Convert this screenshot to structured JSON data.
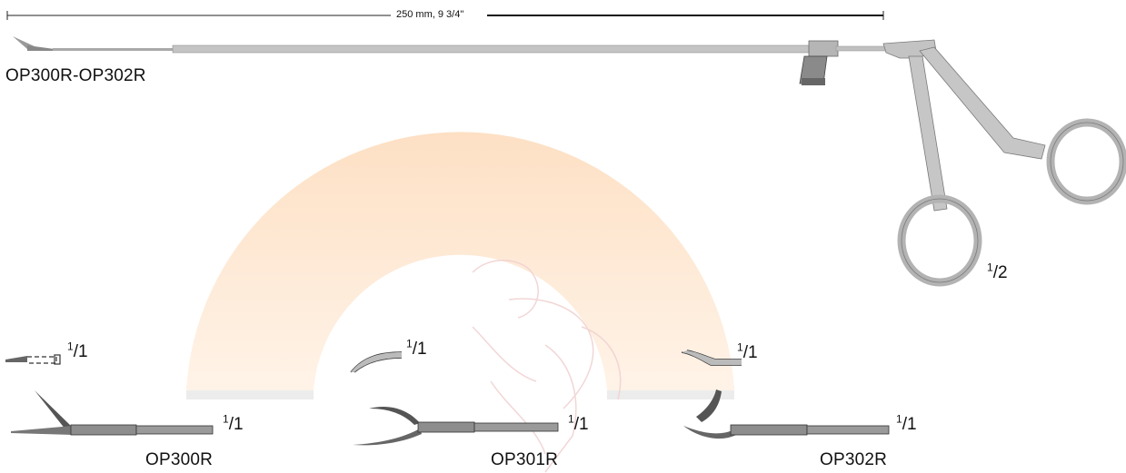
{
  "dimension": {
    "text": "250 mm, 9 3/4\""
  },
  "instrument": {
    "model_range": "OP300R-OP302R",
    "scale_num": "1",
    "scale_den": "2"
  },
  "variants": [
    {
      "model": "OP300R",
      "tip_scale": {
        "num": "1",
        "den": "1"
      },
      "jaw_scale": {
        "num": "1",
        "den": "1"
      }
    },
    {
      "model": "OP301R",
      "tip_scale": {
        "num": "1",
        "den": "1"
      },
      "jaw_scale": {
        "num": "1",
        "den": "1"
      }
    },
    {
      "model": "OP302R",
      "tip_scale": {
        "num": "1",
        "den": "1"
      },
      "jaw_scale": {
        "num": "1",
        "den": "1"
      }
    }
  ],
  "colors": {
    "watermark": "#fde3c8",
    "watermark_shadow": "#e9e9e9",
    "metal": "#9a9a9a",
    "metal_dark": "#555555"
  }
}
